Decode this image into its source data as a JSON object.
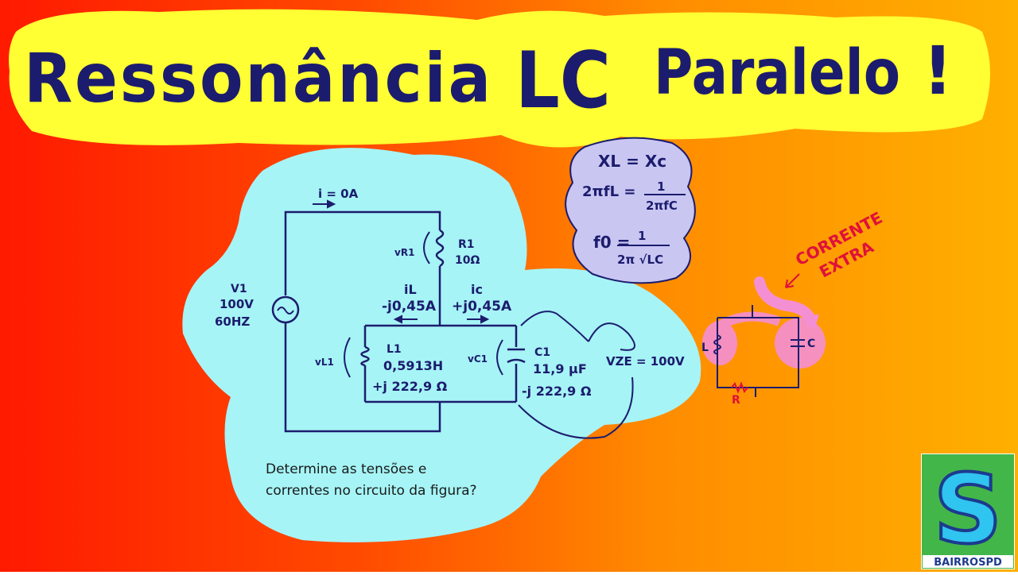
{
  "title": {
    "part1": "Ressonância",
    "part2": "LC",
    "part3": "Paralelo",
    "bang": "!"
  },
  "formulas": {
    "line1": "XL = Xc",
    "line2_left": "2πfL =",
    "line2_num": "1",
    "line2_den": "2πfC",
    "line3_left": "f0 =",
    "line3_num": "1",
    "line3_den": "2π √LC"
  },
  "circuit": {
    "current_total": "i = 0A",
    "source_name": "V1",
    "source_voltage": "100V",
    "source_freq": "60HZ",
    "vr1": "vR1",
    "r1_name": "R1",
    "r1_value": "10Ω",
    "il_label": "iL",
    "il_value": "-j0,45A",
    "ic_label": "ic",
    "ic_value": "+j0,45A",
    "vl1": "vL1",
    "l1_name": "L1",
    "l1_value": "0,5913H",
    "l1_reactance": "+j 222,9 Ω",
    "vc1": "vC1",
    "c1_name": "C1",
    "c1_value": "11,9 µF",
    "c1_reactance": "-j 222,9 Ω",
    "vze": "VZE = 100V"
  },
  "question": {
    "line1": "Determine as tensões e",
    "line2": "correntes no circuito da figura?"
  },
  "extra": {
    "label_line1": "CORRENTE",
    "label_line2": "EXTRA",
    "l_label": "L",
    "c_label": "C",
    "r_label": "R"
  },
  "logo": {
    "letter": "S",
    "text": "BAIRROSPD"
  },
  "colors": {
    "title_bubble": "#ffff33",
    "cloud": "#a6f4f6",
    "formula_cloud": "#c9c6f2",
    "ink": "#1c1c6e",
    "pink": "#f58fd4",
    "red_ink": "#e0103a",
    "logo_bg": "#43b649"
  }
}
